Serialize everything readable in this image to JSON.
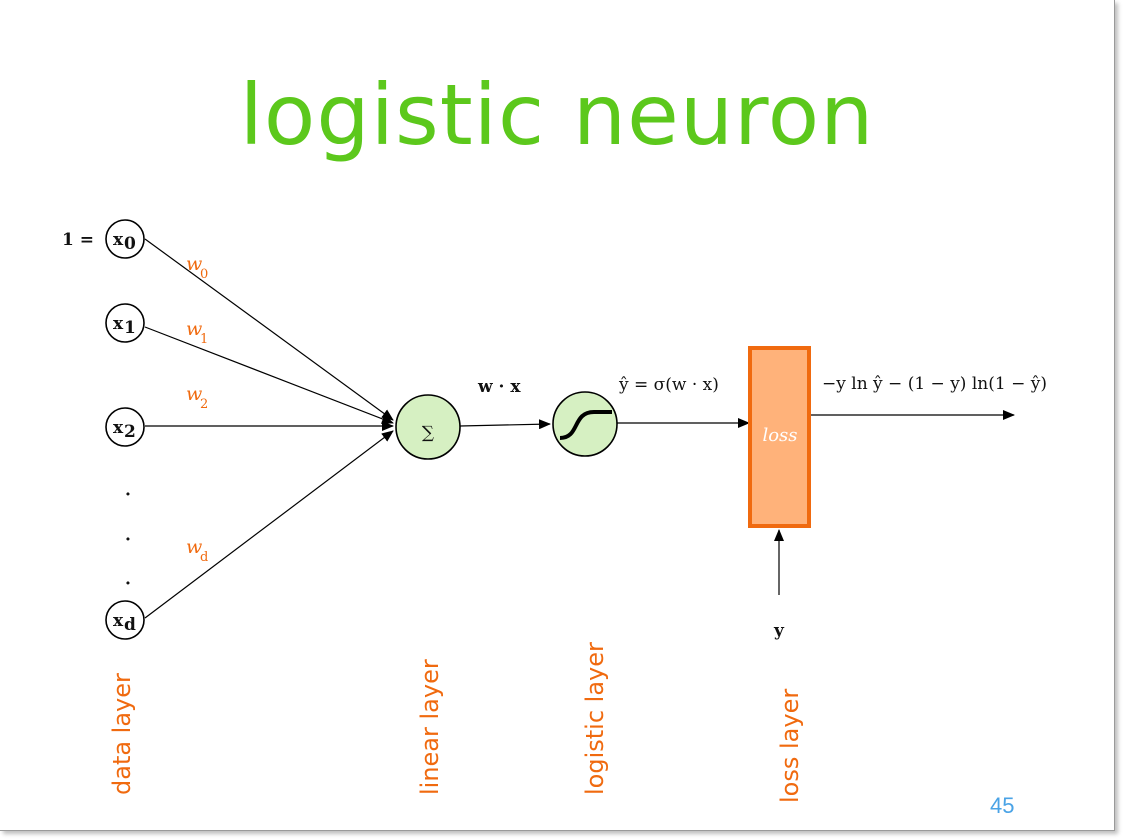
{
  "slide": {
    "title": "logistic neuron",
    "page_number": "45"
  },
  "inputs": {
    "x0_prefix": "1 =",
    "nodes": [
      "x",
      "x",
      "x",
      "x"
    ],
    "subscripts": [
      "0",
      "1",
      "2",
      "d"
    ],
    "ellipsis": "·"
  },
  "weights": [
    {
      "base": "w",
      "sub": "0"
    },
    {
      "base": "w",
      "sub": "1"
    },
    {
      "base": "w",
      "sub": "2"
    },
    {
      "base": "w",
      "sub": "d"
    }
  ],
  "nodes": {
    "sum_symbol": "∑",
    "loss_label": "loss"
  },
  "expressions": {
    "linear_out": "w · x",
    "logistic_out": "ŷ = σ(w · x)",
    "loss_out": "−y ln ŷ − (1 − y) ln(1 − ŷ)",
    "target": "y"
  },
  "layers": [
    "data layer",
    "linear layer",
    "logistic layer",
    "loss layer"
  ],
  "colors": {
    "title": "#5cc81c",
    "label": "#f06a0f",
    "node_fill": "#d6f0c2",
    "loss_fill": "#ffb27a",
    "loss_border": "#f06a0f",
    "page_number": "#4aa3e6"
  }
}
